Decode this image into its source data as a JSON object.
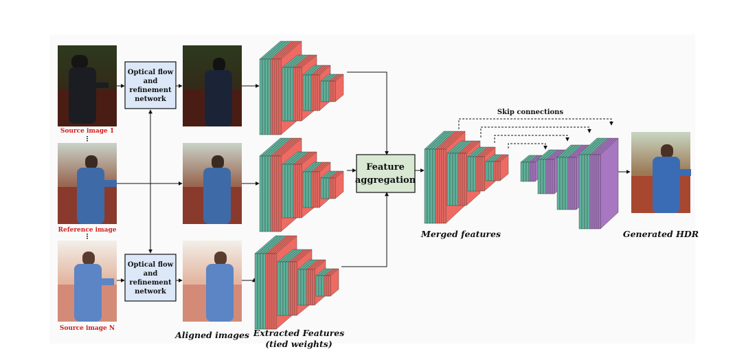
{
  "labels": {
    "source1": "Source image 1",
    "reference": "Reference image",
    "sourceN": "Source image N",
    "flow_box_top": [
      "Optical flow",
      "and",
      "refinement",
      "network"
    ],
    "flow_box_bottom": [
      "Optical flow",
      "and",
      "refinement",
      "network"
    ],
    "aligned": "Aligned images",
    "extracted_line1": "Extracted Features",
    "extracted_line2": "(tied weights)",
    "aggregation": [
      "Feature",
      "aggregation"
    ],
    "merged": "Merged features",
    "skip": "Skip connections",
    "generated": "Generated HDR"
  },
  "colors": {
    "teal": "#5fb39c",
    "teal_dark": "#3f8c78",
    "red": "#ee6b63",
    "purple": "#a877c2",
    "flow_box": "#dce8f8",
    "agg_box": "#d8e8d3",
    "label_red": "#d21d1d",
    "background_panel": "#fafafa"
  }
}
